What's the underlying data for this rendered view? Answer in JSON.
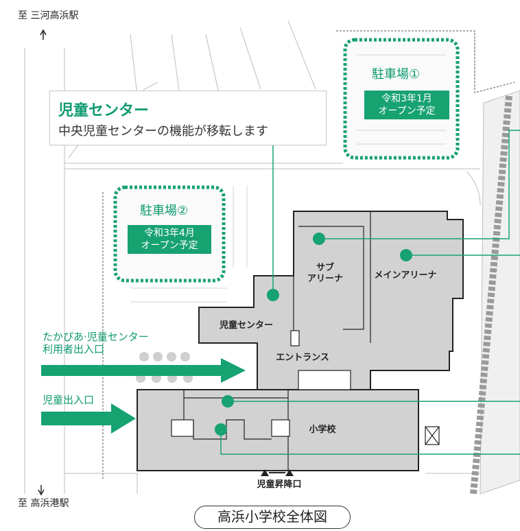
{
  "directions": {
    "north": "至 三河高浜駅",
    "south": "至 高浜港駅"
  },
  "callout": {
    "title": "児童センター",
    "subtitle": "中央児童センターの機能が移転します"
  },
  "parking": [
    {
      "title": "駐車場①",
      "badge_line1": "令和3年1月",
      "badge_line2": "オープン予定"
    },
    {
      "title": "駐車場②",
      "badge_line1": "令和3年4月",
      "badge_line2": "オープン予定"
    }
  ],
  "buildings": {
    "sub_arena_line1": "サブ",
    "sub_arena_line2": "アリーナ",
    "main_arena": "メインアリーナ",
    "children_center": "児童センター",
    "entrance": "エントランス",
    "school": "小学校",
    "drop_off": "児童昇降口"
  },
  "entries": {
    "takapia_line1": "たかぴあ·児童センター",
    "takapia_line2": "利用者出入口",
    "children_entry": "児童出入口"
  },
  "map_title": "高浜小学校全体図",
  "colors": {
    "accent": "#17a271",
    "building_fill": "#d2d2d2",
    "outline": "#222222"
  }
}
